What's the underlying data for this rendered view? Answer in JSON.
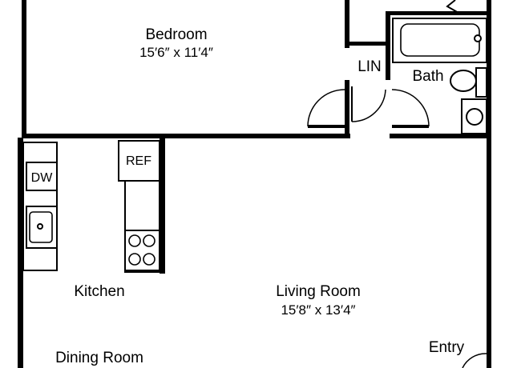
{
  "rooms": {
    "bedroom": {
      "name": "Bedroom",
      "dimensions": "15′6″ x 11′4″"
    },
    "living_room": {
      "name": "Living Room",
      "dimensions": "15′8″ x 13′4″"
    },
    "kitchen": {
      "name": "Kitchen"
    },
    "dining_room": {
      "name": "Dining Room"
    },
    "bath": {
      "name": "Bath"
    },
    "entry": {
      "name": "Entry"
    }
  },
  "fixtures": {
    "linen_closet": "LIN",
    "refrigerator": "REF",
    "dishwasher": "DW"
  },
  "colors": {
    "wall": "#000000",
    "background": "#ffffff"
  }
}
